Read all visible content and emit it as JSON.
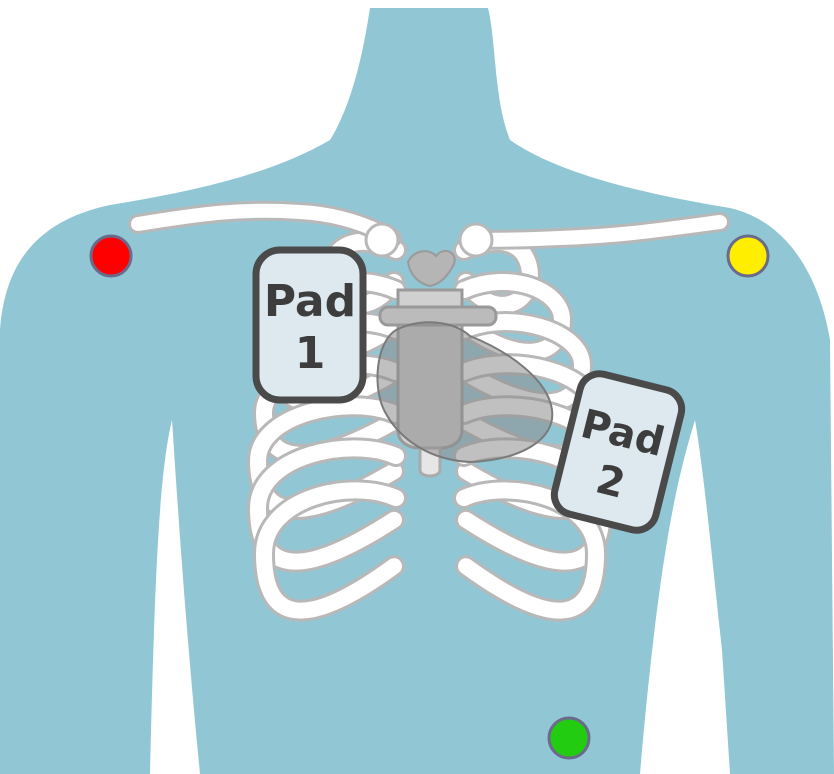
{
  "colors": {
    "torso": "#91c6d4",
    "bone": "#ffffff",
    "bone_outline": "#b8b8b8",
    "heart": "#a9a9a9",
    "pad_fill": "#dde9ee",
    "pad_border": "#4a4a4a",
    "electrode_red": "#ff0000",
    "electrode_yellow": "#ffee00",
    "electrode_green": "#22cc11",
    "electrode_ring": "#6a6a8a"
  },
  "pads": [
    {
      "line1": "Pad",
      "line2": "1"
    },
    {
      "line1": "Pad",
      "line2": "2"
    }
  ],
  "electrodes": [
    {
      "name": "red",
      "color": "#ff0000"
    },
    {
      "name": "yellow",
      "color": "#ffee00"
    },
    {
      "name": "green",
      "color": "#22cc11"
    }
  ]
}
